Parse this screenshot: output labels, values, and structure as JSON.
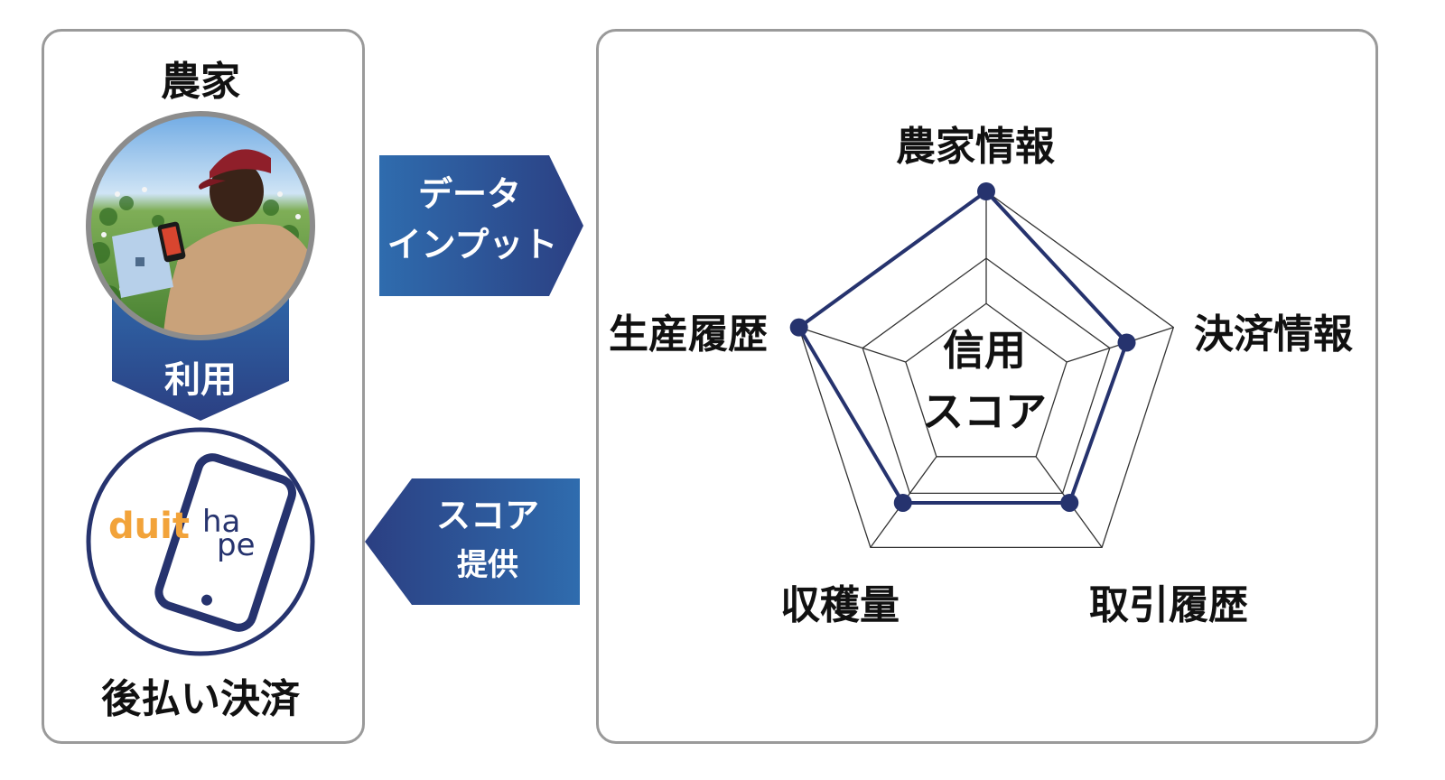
{
  "farmer": {
    "title": "農家",
    "use_label": "利用",
    "payment_label": "後払い決済"
  },
  "logo": {
    "part1": "duit",
    "part2_line1": "ha",
    "part2_line2": "pe"
  },
  "arrows": {
    "data_input_line1": "データ",
    "data_input_line2": "インプット",
    "score_line1": "スコア",
    "score_line2": "提供"
  },
  "radar": {
    "center_line1": "信用",
    "center_line2": "スコア",
    "axes": [
      "農家情報",
      "決済情報",
      "取引履歴",
      "収穫量",
      "生産履歴"
    ],
    "values": [
      1.0,
      0.75,
      0.72,
      0.72,
      1.0
    ],
    "rings": [
      1.0,
      0.66,
      0.43
    ]
  },
  "colors": {
    "navy": "#26336e",
    "blue_gradient_start": "#2f6cae",
    "blue_gradient_end": "#2b3f82",
    "logo_orange": "#f2a33a",
    "panel_border": "#9a9a9a"
  },
  "icons": [
    "farmer-photo",
    "smartphone-icon",
    "right-arrow",
    "left-arrow",
    "down-chevron"
  ]
}
